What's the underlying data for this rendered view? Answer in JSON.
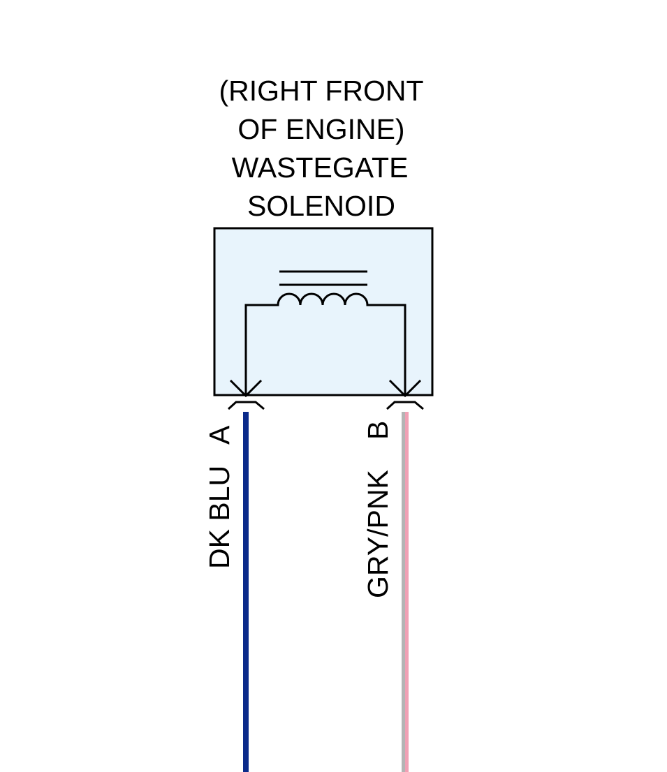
{
  "component": {
    "caption_lines": [
      "(RIGHT FRONT",
      "OF ENGINE)",
      "WASTEGATE",
      "SOLENOID"
    ],
    "body_fill": "#e8f4fc",
    "outline_color": "#000000"
  },
  "wires": [
    {
      "pin": "A",
      "color_code": "DK BLU",
      "colors": [
        "#0a2a8a"
      ]
    },
    {
      "pin": "B",
      "color_code": "GRY/PNK",
      "colors": [
        "#b4b4b4",
        "#f0a0b4"
      ]
    }
  ]
}
